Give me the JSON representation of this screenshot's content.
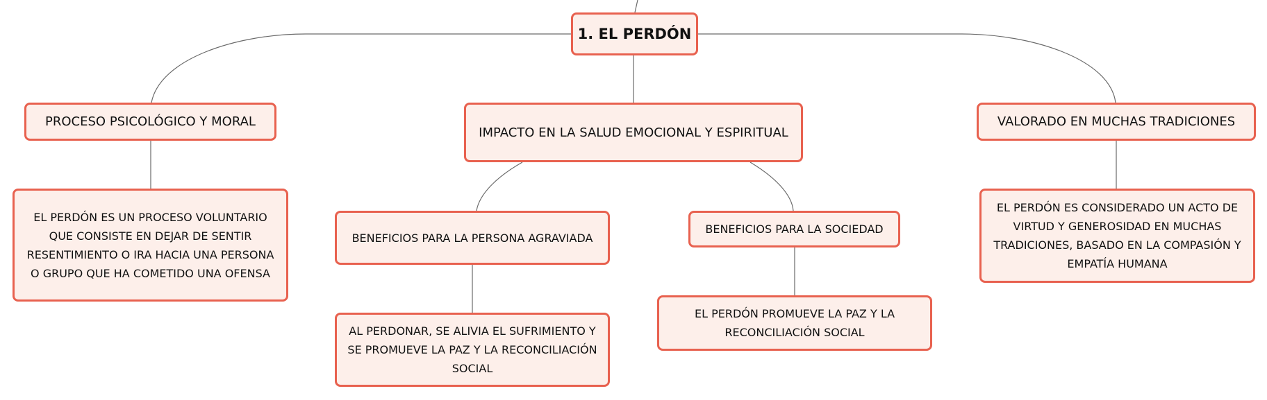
{
  "root": {
    "label": "1. EL PERDÓN"
  },
  "branches": {
    "proceso": {
      "label": "PROCESO PSICOLÓGICO Y MORAL",
      "detail": "EL PERDÓN ES UN PROCESO VOLUNTARIO QUE CONSISTE EN DEJAR DE SENTIR RESENTIMIENTO O IRA HACIA UNA PERSONA O GRUPO QUE HA COMETIDO UNA OFENSA"
    },
    "impacto": {
      "label": "IMPACTO EN LA SALUD EMOCIONAL Y ESPIRITUAL",
      "persona": {
        "label": "BENEFICIOS PARA LA PERSONA AGRAVIADA",
        "detail": "AL PERDONAR, SE ALIVIA EL SUFRIMIENTO Y SE PROMUEVE LA PAZ Y LA RECONCILIACIÓN SOCIAL"
      },
      "sociedad": {
        "label": "BENEFICIOS PARA LA SOCIEDAD",
        "detail": "EL PERDÓN PROMUEVE LA PAZ Y LA RECONCILIACIÓN SOCIAL"
      }
    },
    "valorado": {
      "label": "VALORADO EN MUCHAS TRADICIONES",
      "detail": "EL PERDÓN ES CONSIDERADO UN ACTO DE VIRTUD Y GENEROSIDAD EN MUCHAS TRADICIONES, BASADO EN LA COMPASIÓN Y EMPATÍA HUMANA"
    }
  },
  "colors": {
    "node_border": "#e8614f",
    "node_fill": "#fdefea",
    "connector": "#6a6a6a",
    "text": "#111111"
  }
}
